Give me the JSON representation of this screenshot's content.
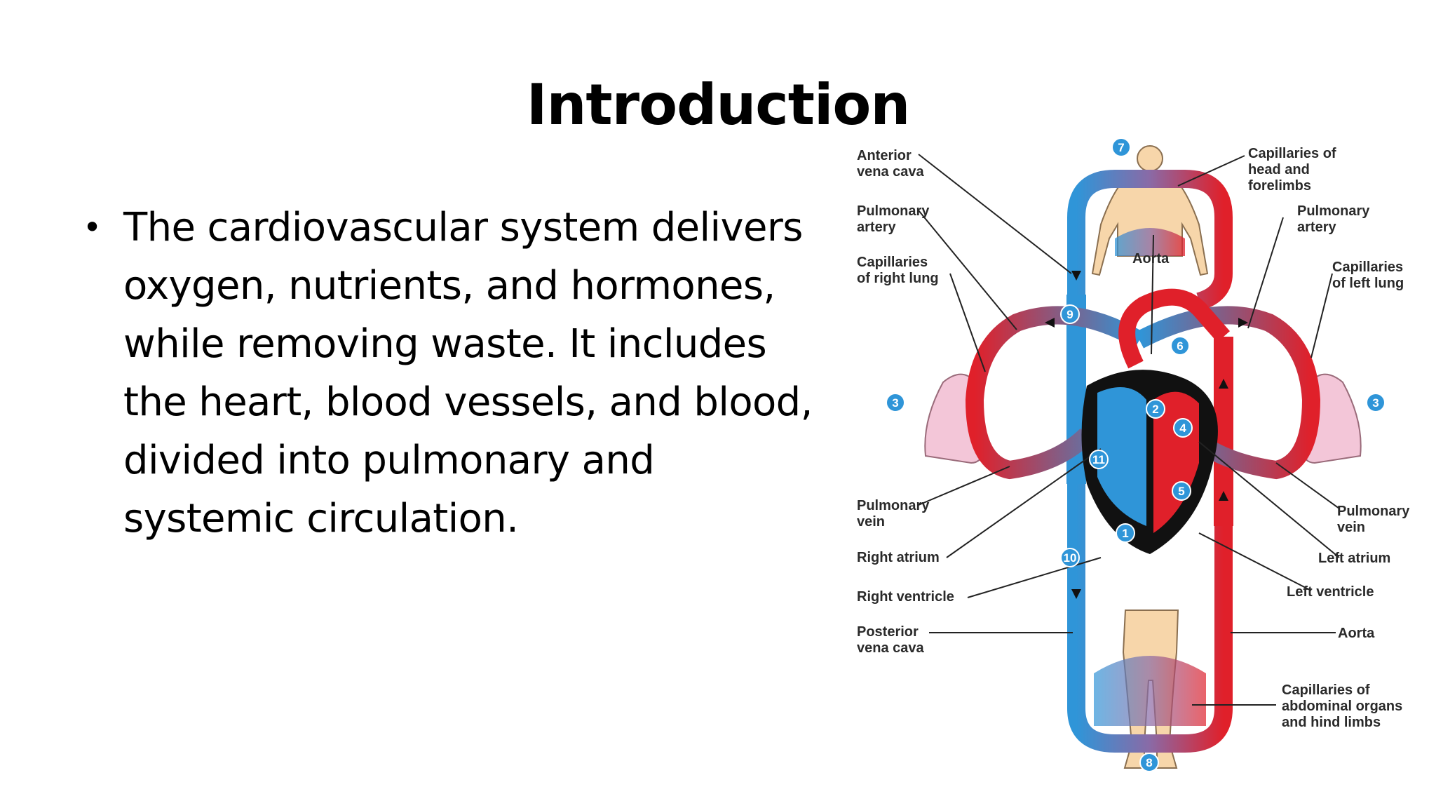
{
  "slide": {
    "title": "Introduction",
    "bullets": [
      "The cardiovascular system delivers oxygen, nutrients, and hormones, while removing waste. It includes the heart, blood vessels, and blood, divided into pulmonary and systemic circulation."
    ]
  },
  "diagram": {
    "colors": {
      "oxygenated": "#e0202a",
      "deoxygenated": "#2f95d8",
      "heart": "#111111",
      "lung": "#f3c6d8",
      "skin": "#f7d6aa"
    },
    "labels": {
      "anterior_vena_cava": [
        "Anterior",
        "vena cava"
      ],
      "capillaries_head": [
        "Capillaries of",
        "head and",
        "forelimbs"
      ],
      "pulmonary_artery_left": [
        "Pulmonary",
        "artery"
      ],
      "pulmonary_artery_right": [
        "Pulmonary",
        "artery"
      ],
      "capillaries_right_lung": [
        "Capillaries",
        "of right lung"
      ],
      "aorta_top": [
        "Aorta"
      ],
      "capillaries_left_lung": [
        "Capillaries",
        "of left lung"
      ],
      "pulmonary_vein_left": [
        "Pulmonary",
        "vein"
      ],
      "pulmonary_vein_right": [
        "Pulmonary",
        "vein"
      ],
      "right_atrium": [
        "Right atrium"
      ],
      "left_atrium": [
        "Left atrium"
      ],
      "right_ventricle": [
        "Right ventricle"
      ],
      "left_ventricle": [
        "Left ventricle"
      ],
      "posterior_vena_cava": [
        "Posterior",
        "vena cava"
      ],
      "aorta_bottom": [
        "Aorta"
      ],
      "capillaries_abdominal": [
        "Capillaries of",
        "abdominal organs",
        "and hind limbs"
      ]
    },
    "step_numbers": [
      "1",
      "2",
      "3",
      "3",
      "4",
      "5",
      "6",
      "7",
      "8",
      "9",
      "10",
      "11"
    ]
  }
}
